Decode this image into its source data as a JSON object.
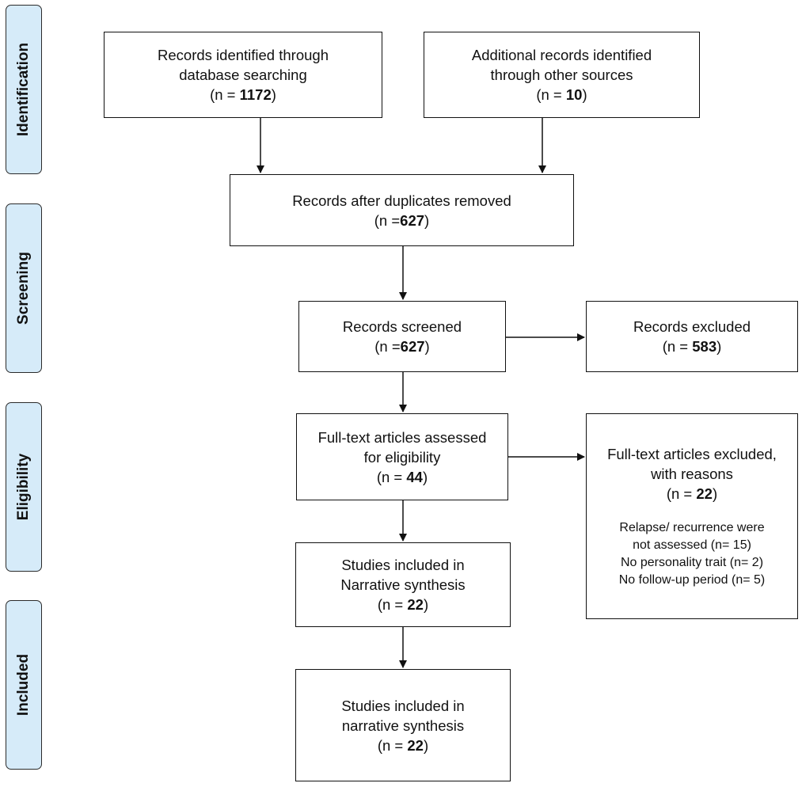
{
  "phases": {
    "identification": "Identification",
    "screening": "Screening",
    "eligibility": "Eligibility",
    "included": "Included"
  },
  "boxes": {
    "db_search": {
      "line1": "Records identified through",
      "line2": "database searching",
      "n_prefix": "(n = ",
      "n_value": "1172",
      "n_suffix": ")"
    },
    "other_sources": {
      "line1": "Additional records identified",
      "line2": "through other sources",
      "n_prefix": "(n = ",
      "n_value": "10",
      "n_suffix": ")"
    },
    "duplicates_removed": {
      "line1": "Records after duplicates removed",
      "n_prefix": "(n =",
      "n_value": "627",
      "n_suffix": ")"
    },
    "screened": {
      "line1": "Records screened",
      "n_prefix": "(n =",
      "n_value": "627",
      "n_suffix": ")"
    },
    "excluded": {
      "line1": "Records excluded",
      "n_prefix": "(n = ",
      "n_value": "583",
      "n_suffix": ")"
    },
    "fulltext_assessed": {
      "line1": "Full-text articles assessed",
      "line2": "for eligibility",
      "n_prefix": "(n = ",
      "n_value": "44",
      "n_suffix": ")"
    },
    "fulltext_excluded": {
      "line1": "Full-text articles excluded,",
      "line2": "with reasons",
      "n_prefix": "(n = ",
      "n_value": "22",
      "n_suffix": ")",
      "reasons": [
        "Relapse/ recurrence were",
        "not assessed (n= 15)",
        "No personality trait (n= 2)",
        "No follow-up period (n= 5)"
      ]
    },
    "narrative_upper": {
      "line1": "Studies included in",
      "line2": "Narrative synthesis",
      "n_prefix": "(n = ",
      "n_value": "22",
      "n_suffix": ")"
    },
    "narrative_lower": {
      "line1": "Studies included in",
      "line2": "narrative synthesis",
      "n_prefix": "(n = ",
      "n_value": "22",
      "n_suffix": ")"
    }
  },
  "colors": {
    "phase_fill": "#d6ebf9",
    "line": "#111111"
  }
}
